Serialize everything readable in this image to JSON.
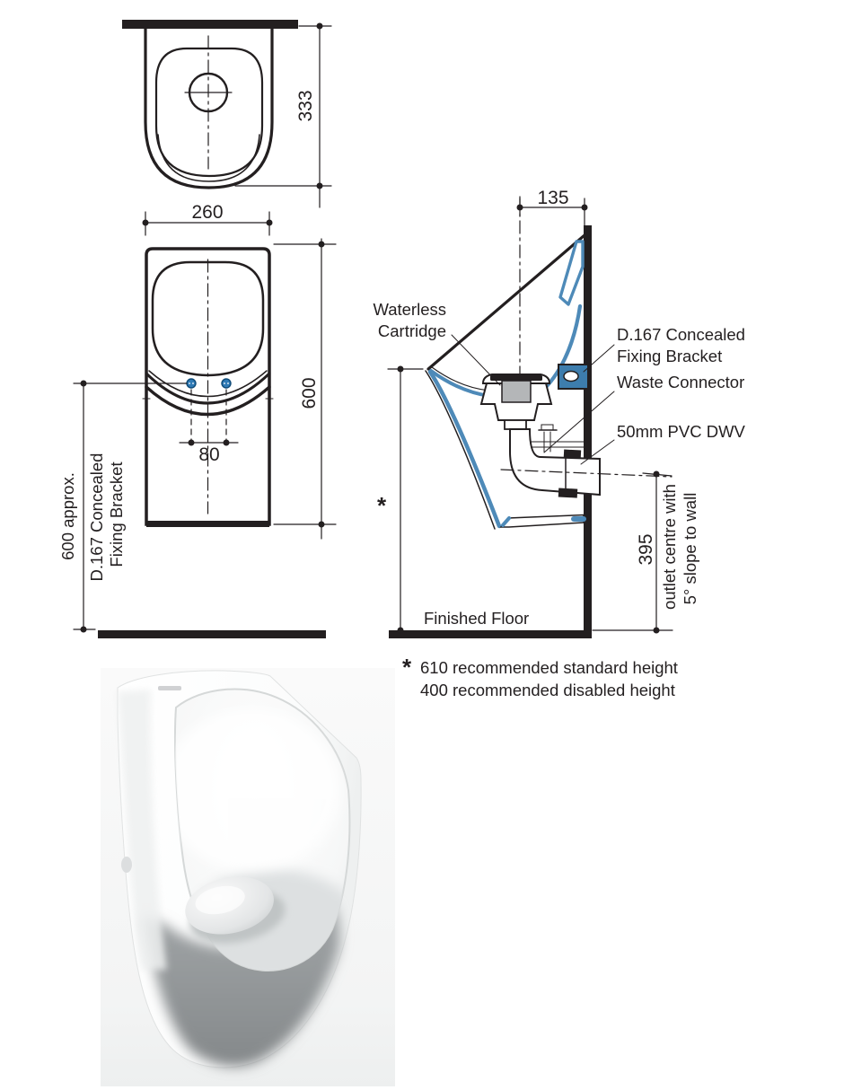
{
  "document": {
    "type": "urinal installation specification drawing",
    "colors": {
      "ink": "#231f20",
      "section_blue": "#4e8ab8",
      "bracket_blue": "#3d7dad",
      "fixing_point_blue": "#2f7ab5",
      "cartridge_grey": "#b4b6b8",
      "photo_body_grey": "#8e9294",
      "photo_background": "#f2f3f3"
    }
  },
  "plan_view": {
    "depth_dim": "333"
  },
  "front_view": {
    "width_dim": "260",
    "height_dim": "600",
    "fixing_centres_dim": "80",
    "height_from_floor_label": "600 approx.",
    "bracket_label_line1": "D.167 Concealed",
    "bracket_label_line2": "Fixing Bracket"
  },
  "section_view": {
    "outlet_wall_dim": "135",
    "outlet_height_dim": "395",
    "cartridge_label_line1": "Waterless",
    "cartridge_label_line2": "Cartridge",
    "bracket_label_line1": "D.167 Concealed",
    "bracket_label_line2": "Fixing Bracket",
    "waste_connector_label": "Waste Connector",
    "pvc_label": "50mm PVC DWV",
    "outlet_note_line1": "outlet centre with",
    "outlet_note_line2": "5° slope to wall",
    "floor_label": "Finished Floor",
    "height_marker": "*"
  },
  "footnote": {
    "marker": "*",
    "line1": "610 recommended standard height",
    "line2": "400 recommended disabled height"
  }
}
